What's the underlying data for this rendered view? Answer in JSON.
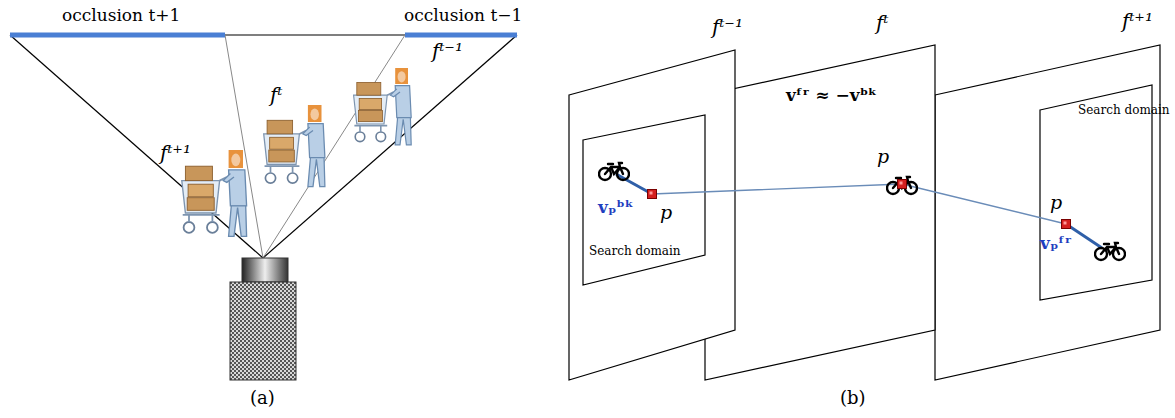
{
  "diagram": {
    "nodes": [
      {
        "text": [
          "fᵗ⁻¹"
        ]
      },
      {
        "text": [
          "vₚᵇᵏ",
          "p",
          "Search domain"
        ],
        "in": 0
      },
      {
        "text": [
          "fᵗ",
          "vᶠʳ ≈ −vᵇᵏ",
          "p"
        ]
      },
      {
        "text": [
          "fᵗ⁺¹"
        ]
      },
      {
        "text": [
          "Search domain",
          "p",
          "vₚᶠʳ"
        ],
        "in": 3
      }
    ],
    "labels": [
      "occlusion t+1",
      "occlusion t−1",
      "fᵗ⁺¹",
      "fᵗ",
      "fᵗ⁻¹",
      "(a)",
      "(b)"
    ]
  }
}
